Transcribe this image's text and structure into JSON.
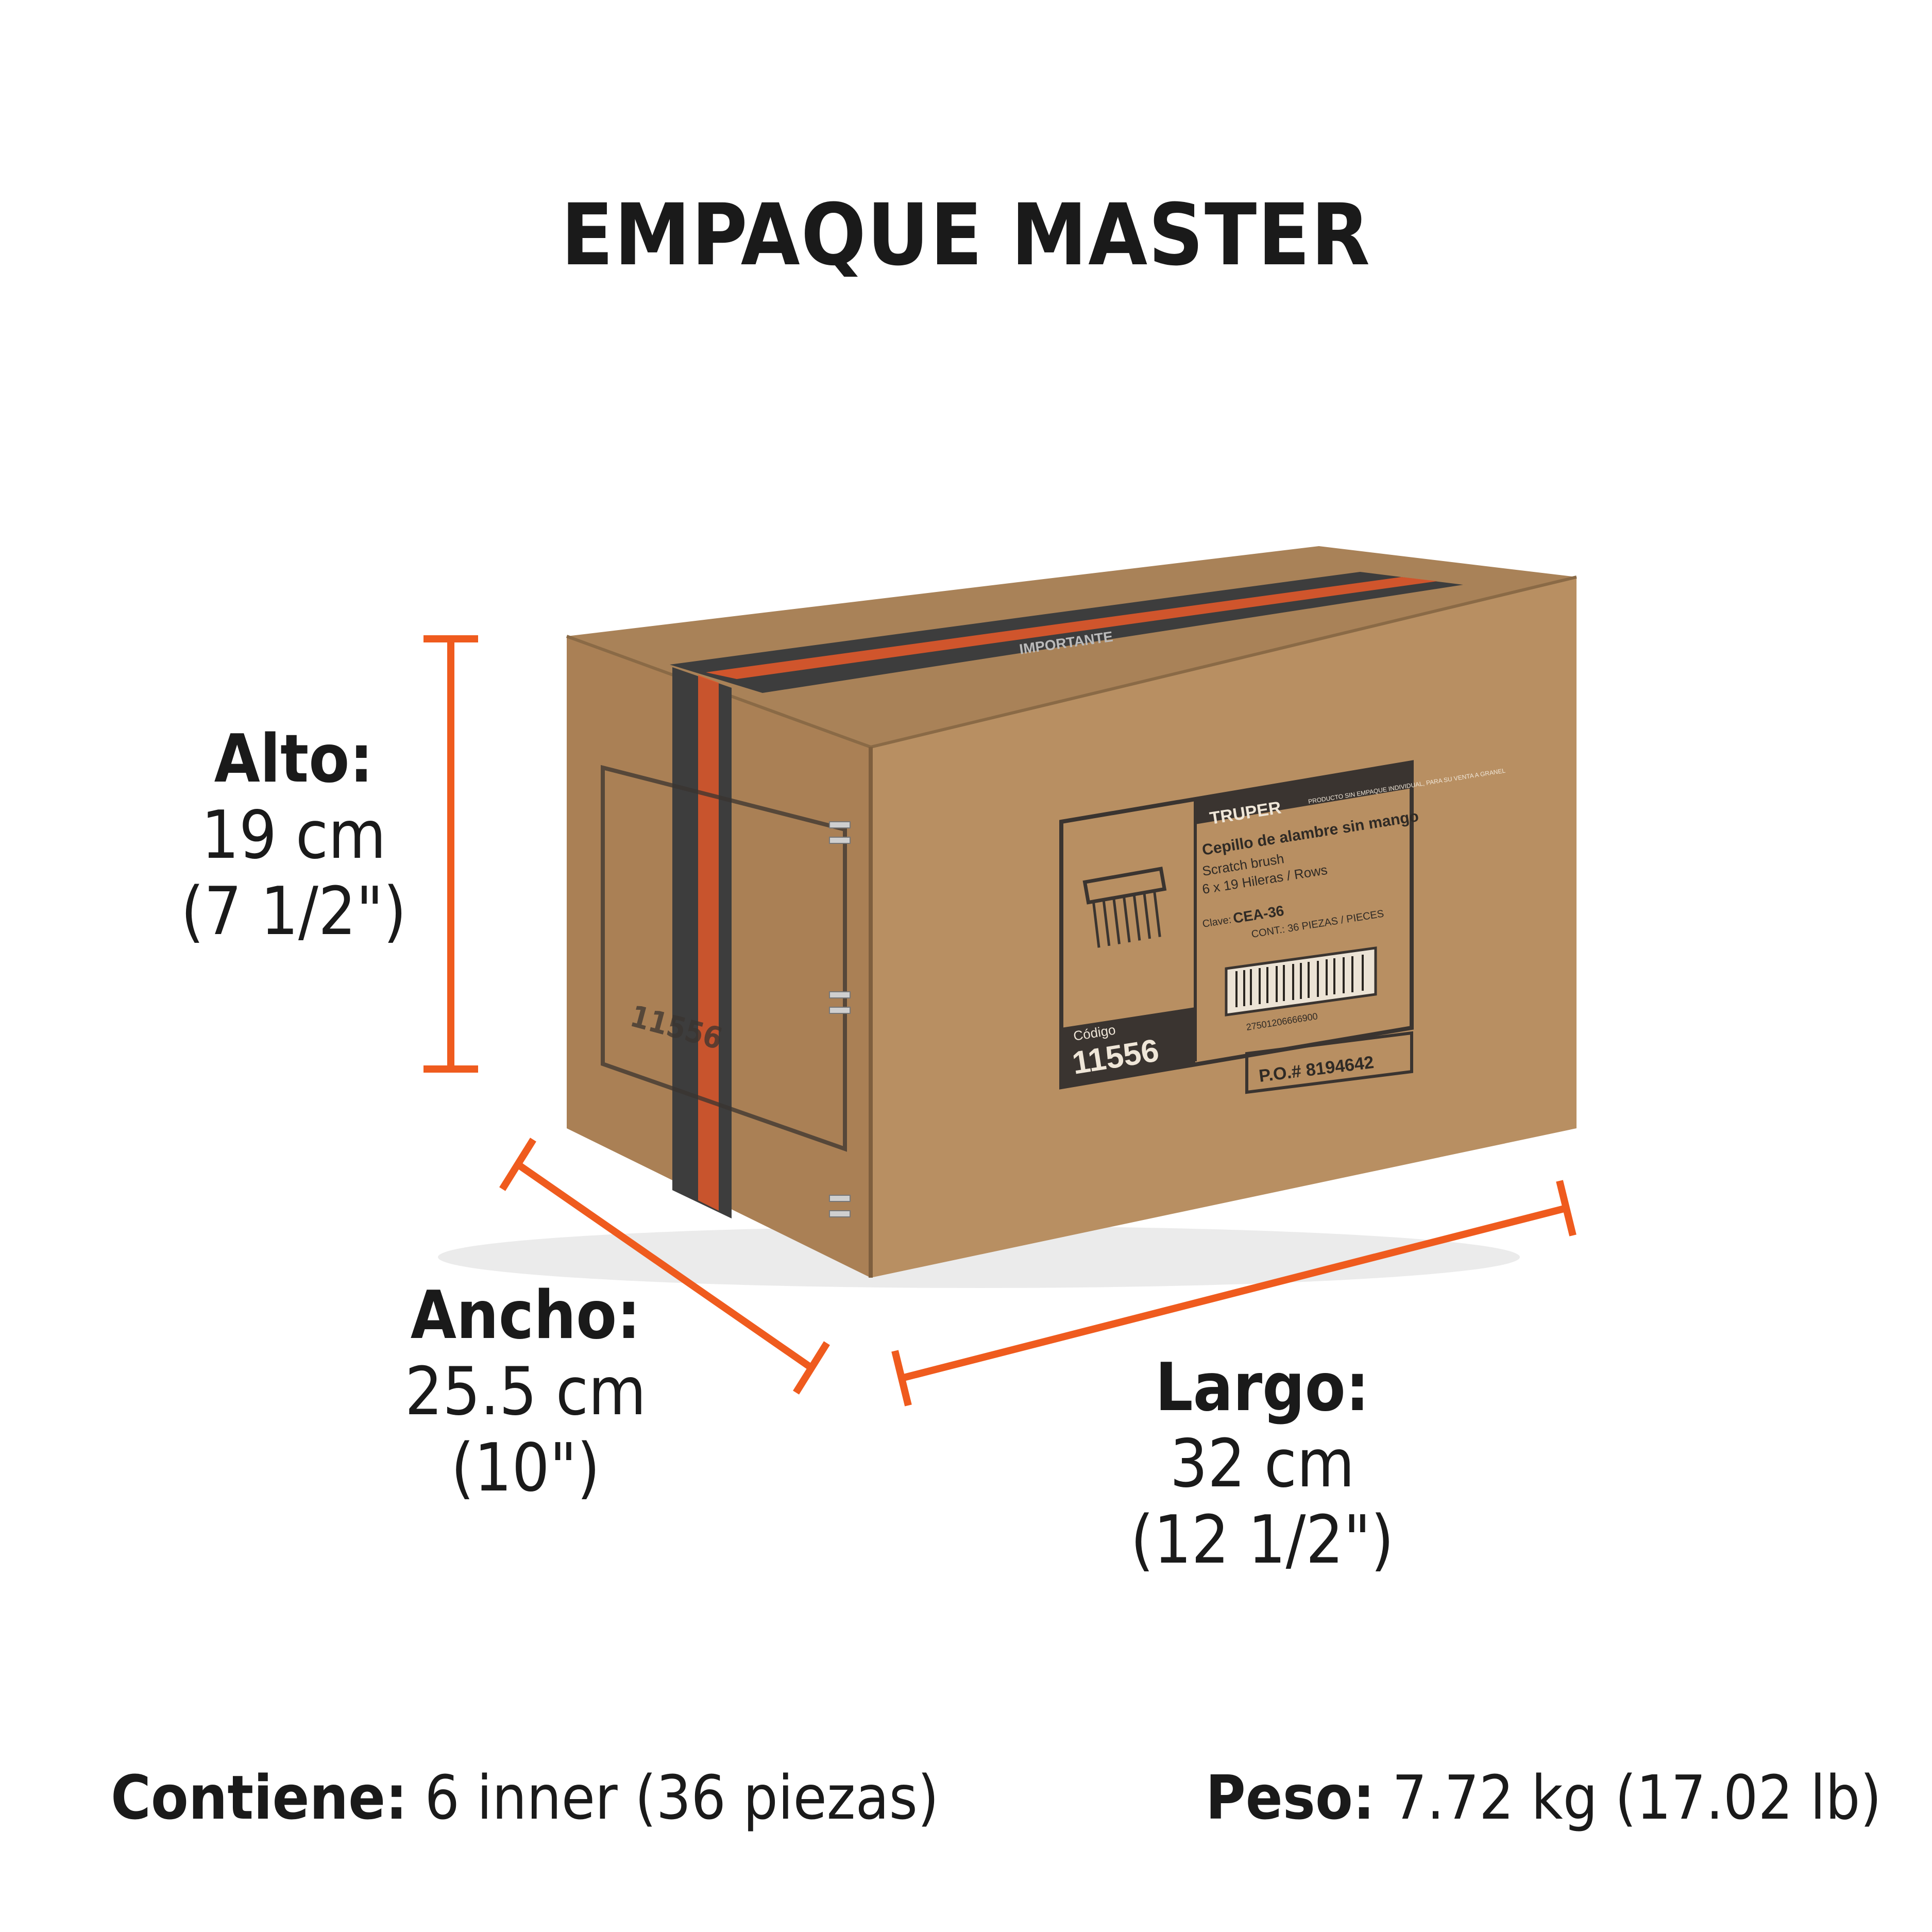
{
  "title": "EMPAQUE MASTER",
  "accent_color": "#ef5b1e",
  "dimensions": {
    "alto": {
      "label": "Alto:",
      "metric": "19 cm",
      "imperial": "(7 1/2\")"
    },
    "ancho": {
      "label": "Ancho:",
      "metric": "25.5 cm",
      "imperial": "(10\")"
    },
    "largo": {
      "label": "Largo:",
      "metric": "32 cm",
      "imperial": "(12 1/2\")"
    }
  },
  "footer": {
    "contiene_label": "Contiene:",
    "contiene_value": "6 inner (36 piezas)",
    "peso_label": "Peso:",
    "peso_value": "7.72 kg (17.02 lb)"
  },
  "box_label": {
    "brand": "TRUPER",
    "notice": "PRODUCTO SIN EMPAQUE INDIVIDUAL, PARA SU VENTA A GRANEL",
    "product_es": "Cepillo de alambre sin mango",
    "product_en": "Scratch brush",
    "rows": "6 x 19 Hileras / Rows",
    "clave_label": "Clave:",
    "clave": "CEA-36",
    "contents": "CONT.: 36 PIEZAS / PIECES",
    "barcode_number": "27501206666900",
    "codigo_label": "Código",
    "codigo": "11556",
    "po": "P.O.# 8194642",
    "tape_text": "IMPORTANTE"
  }
}
